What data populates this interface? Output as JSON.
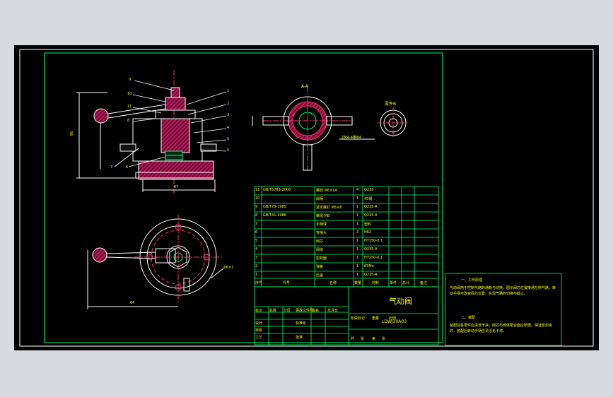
{
  "drawing": {
    "title": "气动阀",
    "drawing_no": "LDWJ30A03",
    "view_label_aa": "A-A",
    "view_label_left": "零件B",
    "dim_height": "96",
    "dim_width": "64",
    "dim_hose": "Φ6×1",
    "dim_bottom": "67",
    "hose_note": "ZM4-4带Φ4",
    "leaders_right": [
      "1",
      "2",
      "3",
      "4",
      "5",
      "6"
    ],
    "leaders_left": [
      "9",
      "10",
      "11",
      "8",
      "7",
      "6"
    ]
  },
  "bom": {
    "rows": [
      {
        "no": "11",
        "std": "GB/T5783-2000",
        "name": "螺栓 M6×14",
        "qty": "4",
        "mat": "Q235"
      },
      {
        "no": "10",
        "std": "",
        "name": "阀柄",
        "qty": "1",
        "mat": "45钢"
      },
      {
        "no": "9",
        "std": "GB/T73-1985",
        "name": "紧定螺钉 M5×8",
        "qty": "1",
        "mat": "Q235-A"
      },
      {
        "no": "8",
        "std": "GB/T41-1986",
        "name": "螺母 M8",
        "qty": "1",
        "mat": "Q235-A"
      },
      {
        "no": "7",
        "std": "",
        "name": "手柄球",
        "qty": "1",
        "mat": "塑料"
      },
      {
        "no": "6",
        "std": "",
        "name": "管接头",
        "qty": "3",
        "mat": "H62"
      },
      {
        "no": "5",
        "std": "",
        "name": "阀芯",
        "qty": "1",
        "mat": "HT150-0.1"
      },
      {
        "no": "4",
        "std": "",
        "name": "阀体",
        "qty": "1",
        "mat": "Q235-A"
      },
      {
        "no": "3",
        "std": "",
        "name": "密封圈",
        "qty": "1",
        "mat": "HT150-0.1"
      },
      {
        "no": "2",
        "std": "",
        "name": "弹簧",
        "qty": "1",
        "mat": "65Mn"
      },
      {
        "no": "1",
        "std": "",
        "name": "压盖",
        "qty": "1",
        "mat": "Q235-A"
      }
    ],
    "header": [
      "序号",
      "代号",
      "名称",
      "数量",
      "材料",
      "单件",
      "总计",
      "备注"
    ],
    "sign_labels": [
      "标记",
      "处数",
      "分区",
      "更改文件号",
      "签名",
      "年月日"
    ],
    "sign_rows": [
      "设计",
      "审核",
      "工艺"
    ],
    "sign_extra": [
      "标准化",
      "批准"
    ],
    "stage_labels": [
      "阶段标记",
      "重量",
      "比例"
    ],
    "sheet_labels": [
      "共",
      "张",
      "第",
      "张"
    ]
  },
  "notes": {
    "title1": "一、工作原理",
    "text1": "气动阀用于控制气路的通断与切换。图示阀芯位置接通左侧气路，转动手柄可改变阀芯位置，实现气路的切换与截止。",
    "title2": "二、装配",
    "text2": "装配前各零件应清洗干净，阀芯与阀体配合面应研磨，保证密封良好，装配后转动手柄应灵活无卡滞。"
  },
  "colors": {
    "frame": "#00ff66",
    "lines": "#ffffff",
    "text": "#ffff00",
    "section": "#cc1166",
    "hidden": "#3399ff"
  }
}
